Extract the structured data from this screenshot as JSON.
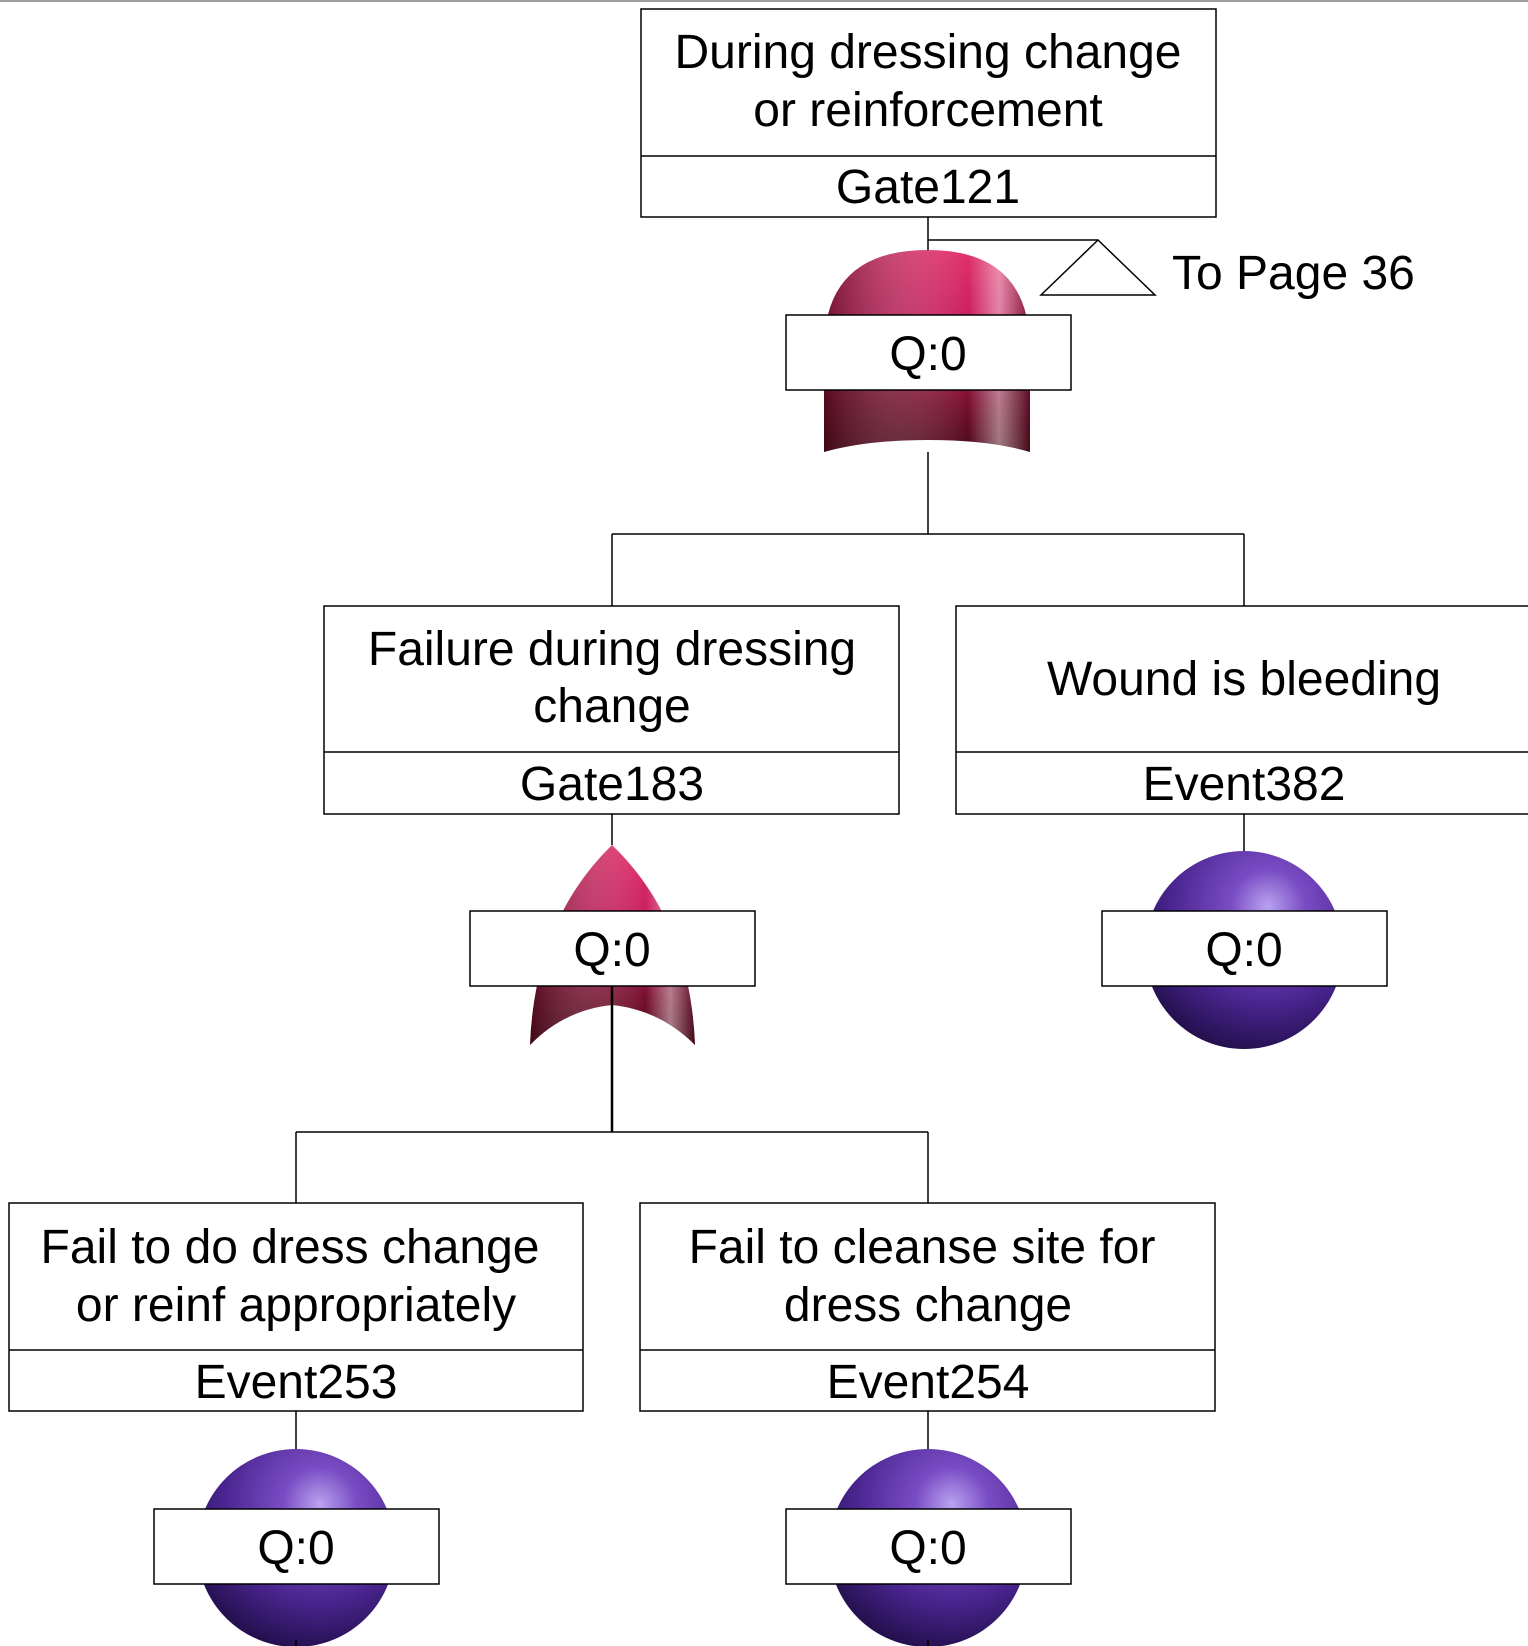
{
  "colors": {
    "gate": "#c2185b",
    "gate_dark": "#5a0a22",
    "event": "#5b2a9e",
    "event_dark": "#2e1260",
    "line": "#000000",
    "box_fill": "#ffffff"
  },
  "nodes": {
    "gate121": {
      "title_lines": [
        "During dressing change",
        "or reinforcement"
      ],
      "id": "Gate121",
      "gate_type": "or-gate",
      "q": "Q:0",
      "transfer": "To Page 36"
    },
    "gate183": {
      "title_lines": [
        "Failure during dressing",
        "change"
      ],
      "id": "Gate183",
      "gate_type": "and-gate",
      "q": "Q:0"
    },
    "event382": {
      "title_lines": [
        "Wound is bleeding"
      ],
      "id": "Event382",
      "q": "Q:0"
    },
    "event253": {
      "title_lines": [
        "Fail to do dress change",
        "or reinf appropriately"
      ],
      "id": "Event253",
      "q": "Q:0"
    },
    "event254": {
      "title_lines": [
        "Fail to cleanse site for",
        "dress change"
      ],
      "id": "Event254",
      "q": "Q:0"
    }
  }
}
